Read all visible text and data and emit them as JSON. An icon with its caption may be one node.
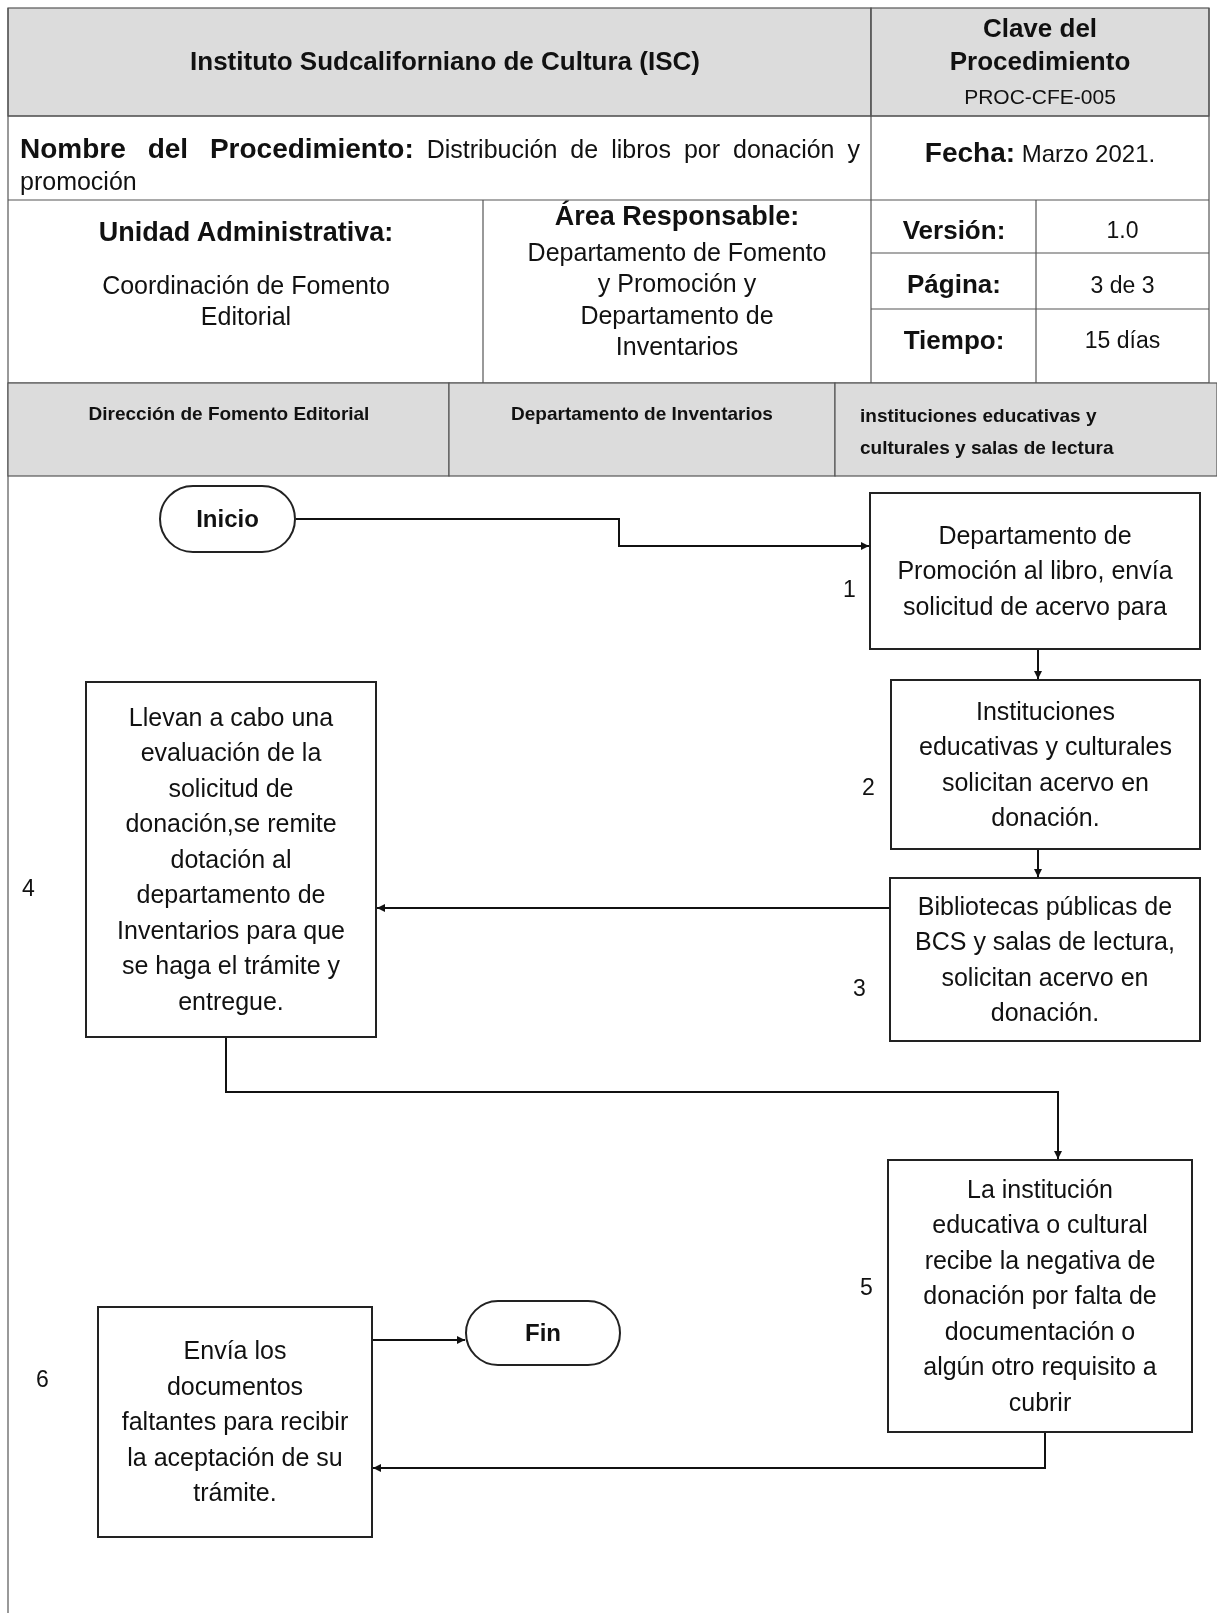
{
  "diagram": {
    "nodes": [
      {
        "text": [
          "Inicio"
        ]
      },
      {
        "text": [
          "Departamento de Promoción al libro, envía solicitud de acervo para"
        ],
        "beside": [
          "1"
        ]
      },
      {
        "text": [
          "Instituciones educativas y culturales solicitan acervo en donación."
        ],
        "beside": [
          "2"
        ]
      },
      {
        "text": [
          "Bibliotecas públicas de BCS y salas de lectura, solicitan acervo en donación."
        ],
        "beside": [
          "3"
        ]
      },
      {
        "text": [
          "Llevan a cabo una evaluación de la solicitud de donación,se remite dotación al departamento de Inventarios para que se haga el trámite y entregue."
        ],
        "beside": [
          "4"
        ]
      },
      {
        "text": [
          "La institución educativa o cultural recibe la negativa de donación por falta de documentación o algún otro requisito a cubrir"
        ],
        "beside": [
          "5"
        ]
      },
      {
        "text": [
          "Envía los documentos faltantes para recibir la aceptación de su trámite."
        ],
        "beside": [
          "6"
        ]
      },
      {
        "text": [
          "Fin"
        ]
      }
    ],
    "edges": [
      {
        "from": 0,
        "to": 1,
        "arrow": "to"
      },
      {
        "from": 1,
        "to": 2,
        "arrow": "to"
      },
      {
        "from": 2,
        "to": 3,
        "arrow": "to"
      },
      {
        "from": 3,
        "to": 4,
        "arrow": "to"
      },
      {
        "from": 4,
        "to": 5,
        "arrow": "to"
      },
      {
        "from": 5,
        "to": 6,
        "arrow": "to"
      },
      {
        "from": 6,
        "to": 7,
        "arrow": "to"
      }
    ],
    "labels": [
      "Instituto Sudcaliforniano de Cultura (ISC)",
      "Clave del Procedimiento",
      "PROC-CFE-005",
      "**Nombre del Procedimiento:** Distribución de libros por donación y promoción",
      "**Fecha:** Marzo 2021.",
      "Unidad Administrativa:",
      "Coordinación de Fomento Editorial",
      "Área Responsable:",
      "Departamento de Fomento y Promoción y Departamento de Inventarios",
      "Versión:",
      "1.0",
      "Página:",
      "3 de 3",
      "Tiempo:",
      "15 días",
      "Dirección de Fomento Editorial",
      "Departamento de Inventarios",
      "instituciones educativas y culturales y salas de lectura"
    ]
  }
}
